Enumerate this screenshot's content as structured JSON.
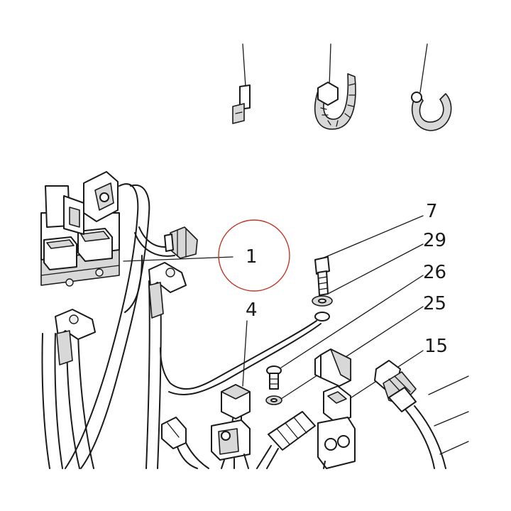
{
  "callouts": [
    {
      "id": "1",
      "label": "1"
    },
    {
      "id": "4",
      "label": "4"
    },
    {
      "id": "7",
      "label": "7"
    },
    {
      "id": "15",
      "label": "15"
    },
    {
      "id": "25",
      "label": "25"
    },
    {
      "id": "26",
      "label": "26"
    },
    {
      "id": "29",
      "label": "29"
    }
  ],
  "colors": {
    "line": "#1a1a1a",
    "shade": "#d8d8d8",
    "highlight_circle": "#c0392b",
    "background": "#ffffff"
  }
}
